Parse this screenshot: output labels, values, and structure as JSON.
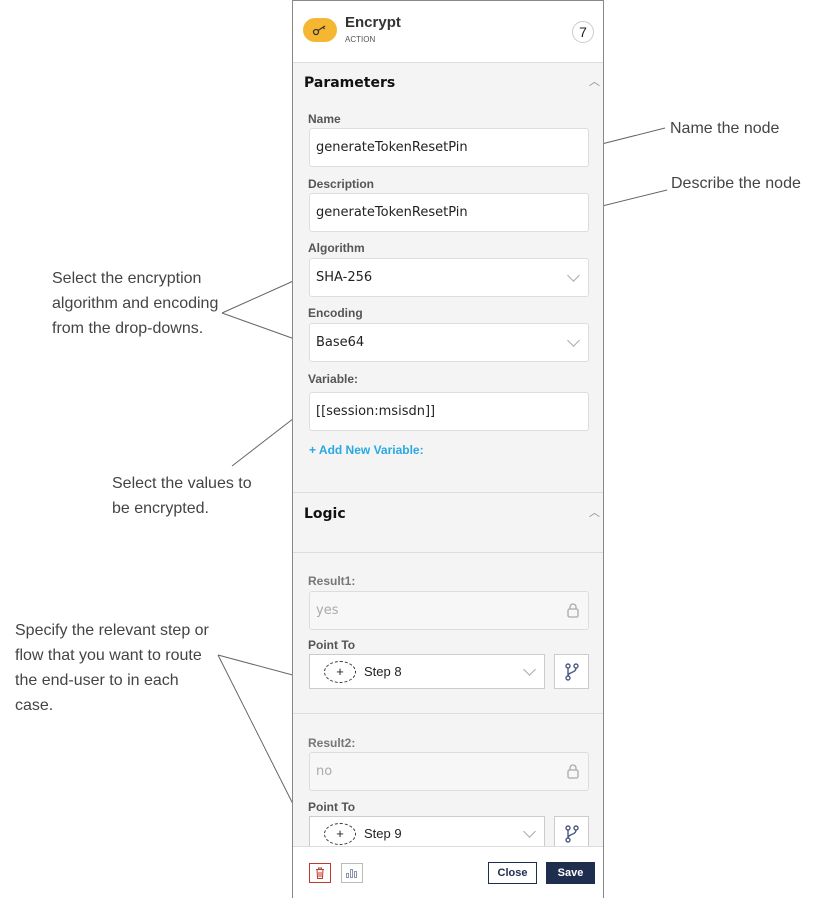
{
  "header": {
    "title": "Encrypt",
    "subtitle": "ACTION",
    "step_number": "7"
  },
  "parameters": {
    "section_title": "Parameters",
    "name_label": "Name",
    "name_value": "generateTokenResetPin",
    "description_label": "Description",
    "description_value": "generateTokenResetPin",
    "algorithm_label": "Algorithm",
    "algorithm_value": "SHA-256",
    "encoding_label": "Encoding",
    "encoding_value": "Base64",
    "variable_label": "Variable:",
    "variable_value": "[[session:msisdn]]",
    "add_variable_link": "+ Add New Variable:"
  },
  "logic": {
    "section_title": "Logic",
    "results": [
      {
        "label": "Result1:",
        "value": "yes",
        "point_to_label": "Point To",
        "point_to_value": "Step 8"
      },
      {
        "label": "Result2:",
        "value": "no",
        "point_to_label": "Point To",
        "point_to_value": "Step 9"
      }
    ]
  },
  "footer": {
    "close_label": "Close",
    "save_label": "Save"
  },
  "annotations": {
    "name": "Name the node",
    "describe": "Describe the node",
    "algorithm": "Select the encryption algorithm and encoding from the drop-downs.",
    "values": "Select the values to be encrypted.",
    "point_to": "Specify the relevant step or flow that you want to route the end-user to in each case."
  },
  "colors": {
    "accent": "#f5b731",
    "link": "#29a9e0",
    "save": "#1f2d4f",
    "delete": "#c0392b"
  }
}
